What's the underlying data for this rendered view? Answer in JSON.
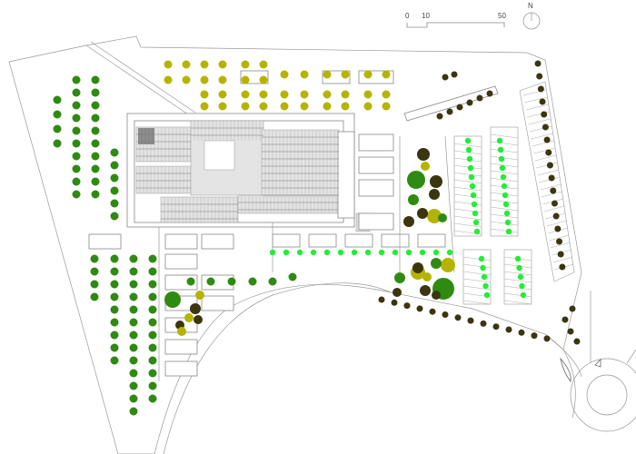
{
  "scale_bar": {
    "labels": [
      "0",
      "10",
      "50"
    ]
  },
  "north_arrow": {
    "label": "N"
  },
  "colors": {
    "tree_green": "#2f8a12",
    "tree_olive": "#b4b400",
    "tree_dark": "#3b3510",
    "tree_bright": "#22ee33",
    "line": "#999999",
    "roof": "#e2e2e2"
  }
}
